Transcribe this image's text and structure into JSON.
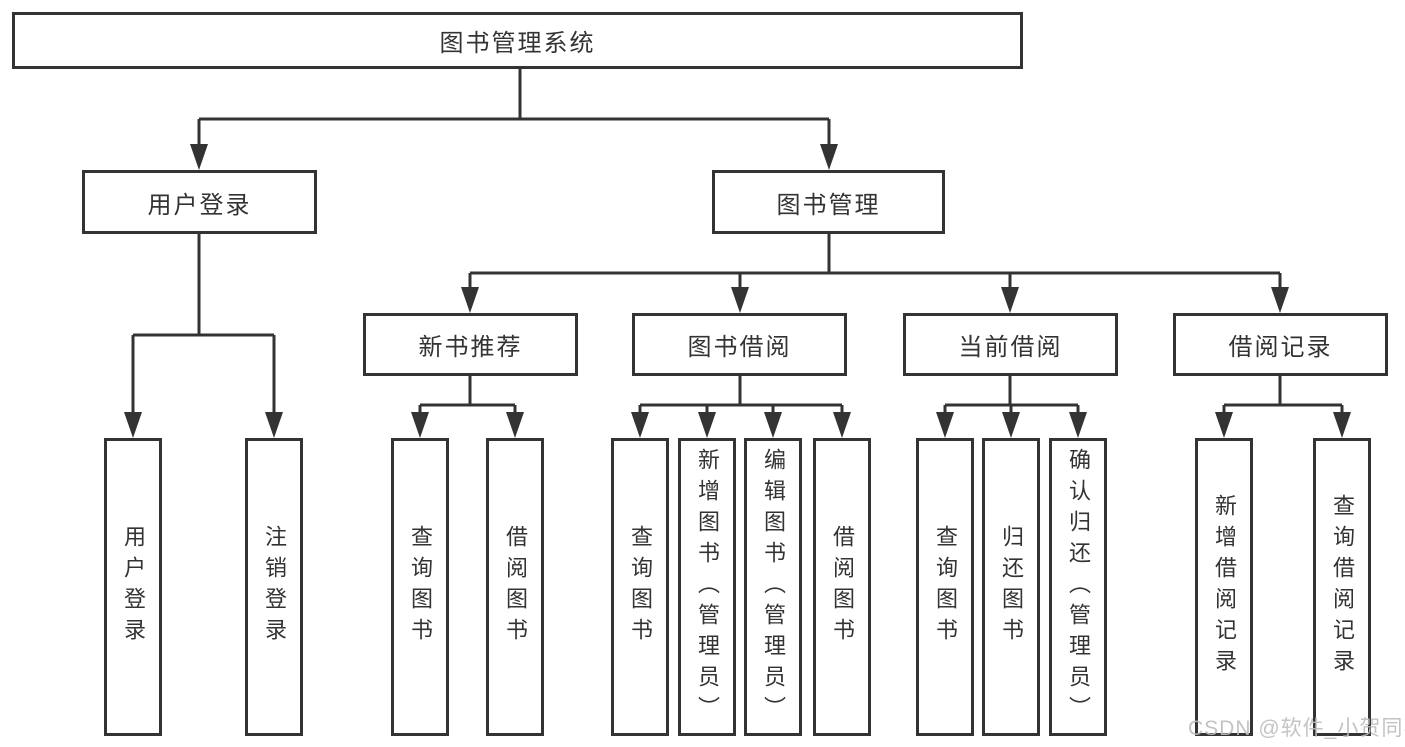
{
  "diagram": {
    "root": "图书管理系统",
    "branches": [
      {
        "label": "用户登录",
        "children": [
          "用户登录",
          "注销登录"
        ]
      },
      {
        "label": "图书管理",
        "children": [
          {
            "label": "新书推荐",
            "children": [
              "查询图书",
              "借阅图书"
            ]
          },
          {
            "label": "图书借阅",
            "children": [
              "查询图书",
              "新增图书（管理员）",
              "编辑图书（管理员）",
              "借阅图书"
            ]
          },
          {
            "label": "当前借阅",
            "children": [
              "查询图书",
              "归还图书",
              "确认归还（管理员）"
            ]
          },
          {
            "label": "借阅记录",
            "children": [
              "新增借阅记录",
              "查询借阅记录"
            ]
          }
        ]
      }
    ]
  },
  "watermark": "CSDN @软件_小贺同学",
  "colors": {
    "line": "#333333",
    "text": "#333333",
    "watermark": "#bdbdbd",
    "background": "#ffffff"
  }
}
